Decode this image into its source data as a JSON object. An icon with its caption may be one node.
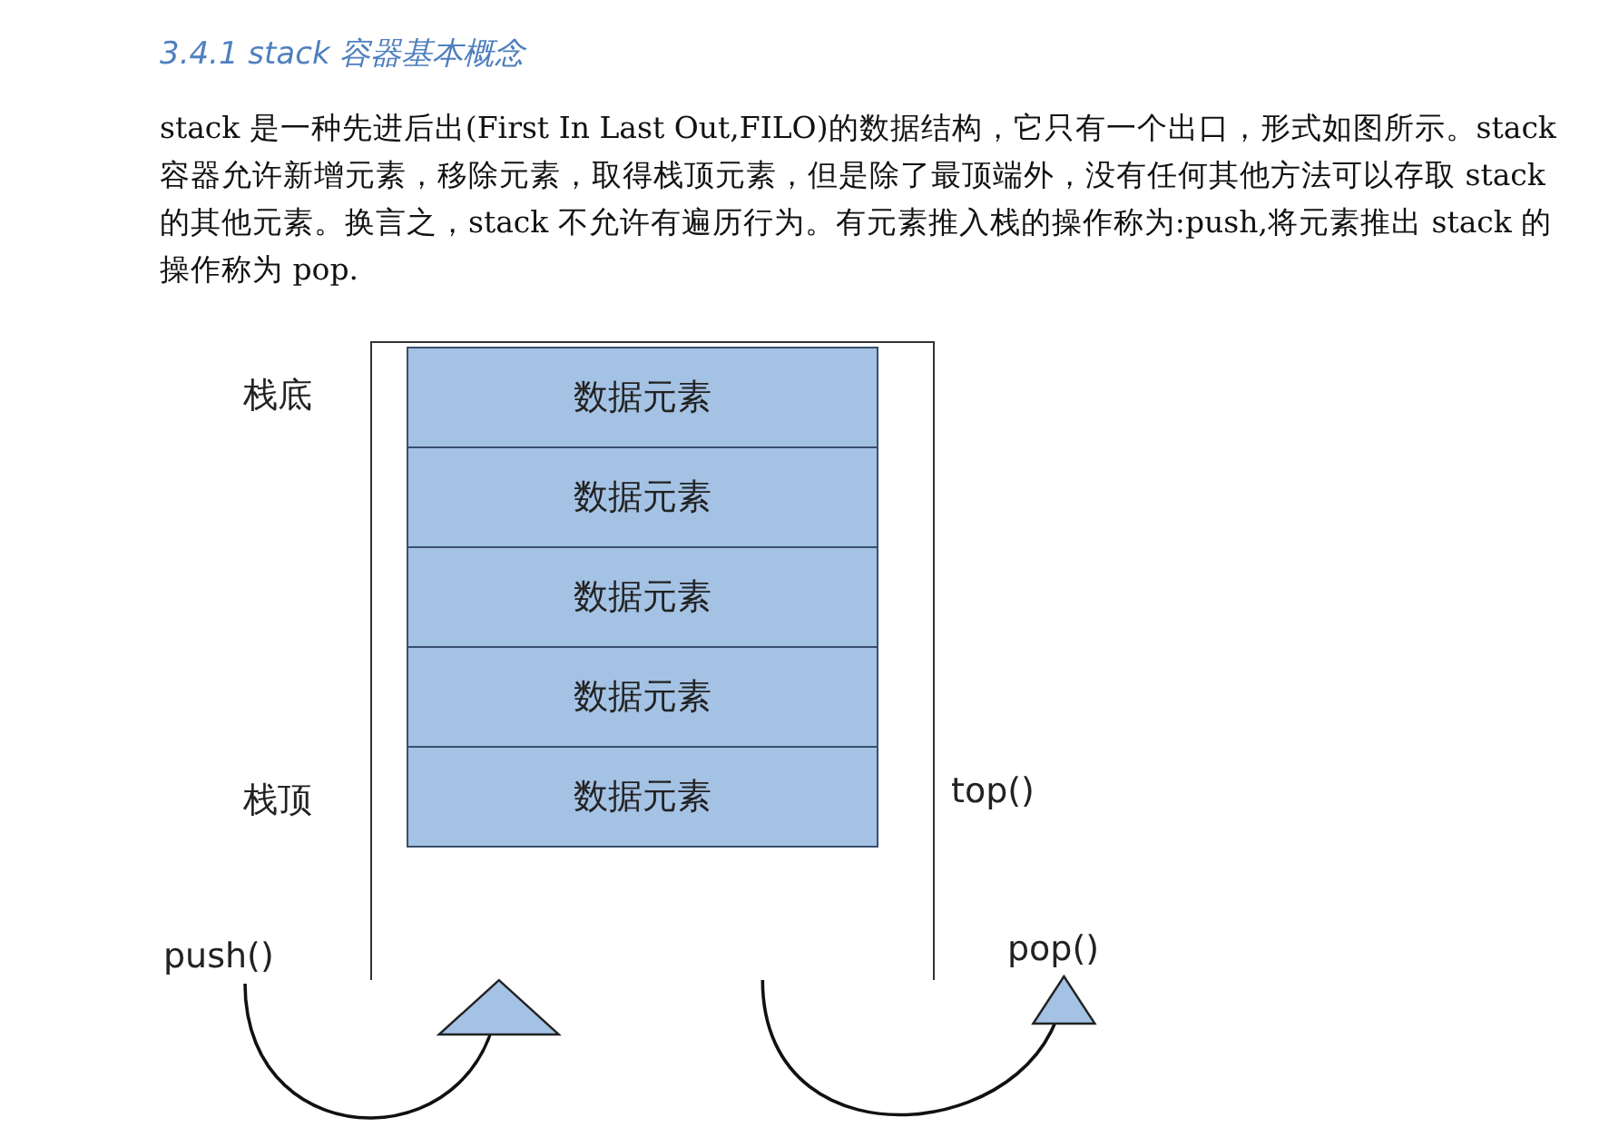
{
  "diagram": {
    "title": "3.4.1 stack 容器基本概念",
    "nodes": [
      {
        "text": [],
        "shape": "box"
      },
      {
        "text": [
          "数据元素"
        ],
        "in": 0
      },
      {
        "text": [
          "数据元素"
        ],
        "in": 0
      },
      {
        "text": [
          "数据元素"
        ],
        "in": 0
      },
      {
        "text": [
          "数据元素"
        ],
        "in": 0
      },
      {
        "text": [
          "数据元素"
        ],
        "in": 0
      },
      {
        "text": [
          "push()"
        ]
      },
      {
        "text": [
          "pop()"
        ]
      }
    ],
    "edges": [
      {
        "from": 6,
        "to": 0,
        "arrow": "to"
      },
      {
        "from": 0,
        "to": 7,
        "arrow": "to"
      }
    ],
    "labels": [
      "stack 是一种先进后出(First In Last Out,FILO)的数据结构，它只有一个出口，形式如图所示。stack 容器允许新增元素，移除元素，取得栈顶元素，但是除了最顶端外，没有任何其他方法可以存取 stack 的其他元素。换言之，stack 不允许有遍历行为。有元素推入栈的操作称为:push,将元素推出 stack 的操作称为 pop.",
      "栈底",
      "栈顶",
      "top()"
    ]
  }
}
